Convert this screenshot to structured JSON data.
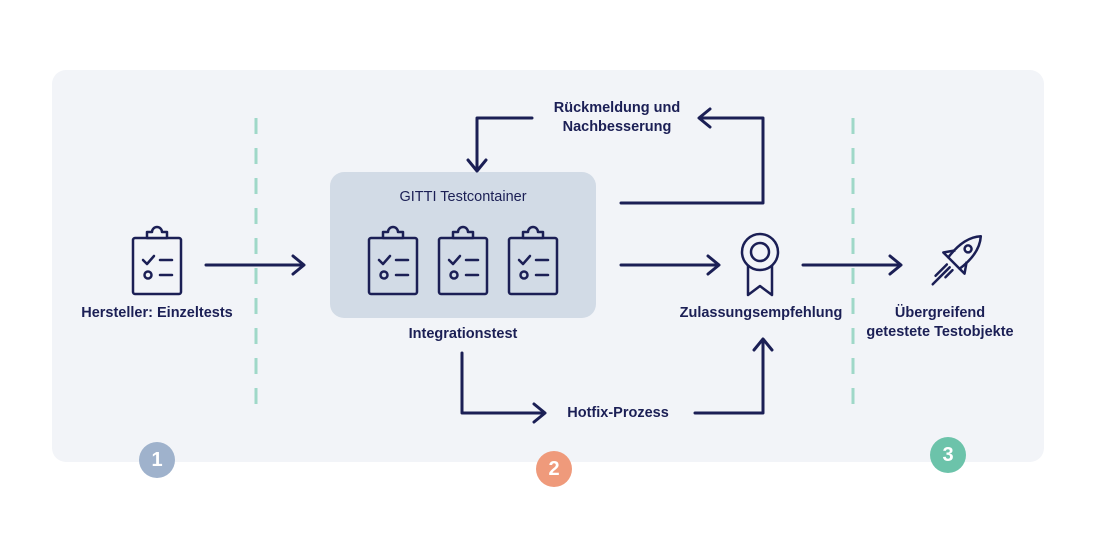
{
  "labels": {
    "hersteller": "Hersteller: Einzeltests",
    "container_title": "GITTI Testcontainer",
    "integration": "Integrationstest",
    "rueckmeldung_line1": "Rückmeldung und",
    "rueckmeldung_line2": "Nachbesserung",
    "hotfix": "Hotfix-Prozess",
    "zulassung": "Zulassungsempfehlung",
    "uebergreifend_line1": "Übergreifend",
    "uebergreifend_line2": "getestete Testobjekte"
  },
  "badges": [
    {
      "text": "1",
      "color": "#9fb2cc"
    },
    {
      "text": "2",
      "color": "#ef9a7b"
    },
    {
      "text": "3",
      "color": "#6cc3aa"
    }
  ],
  "colors": {
    "navy": "#1b1f55",
    "panel": "#f2f4f8",
    "container": "#d2dbe6",
    "divider": "#9fd8c8"
  },
  "icons": [
    "clipboard-checklist-icon",
    "award-ribbon-icon",
    "rocket-icon"
  ]
}
